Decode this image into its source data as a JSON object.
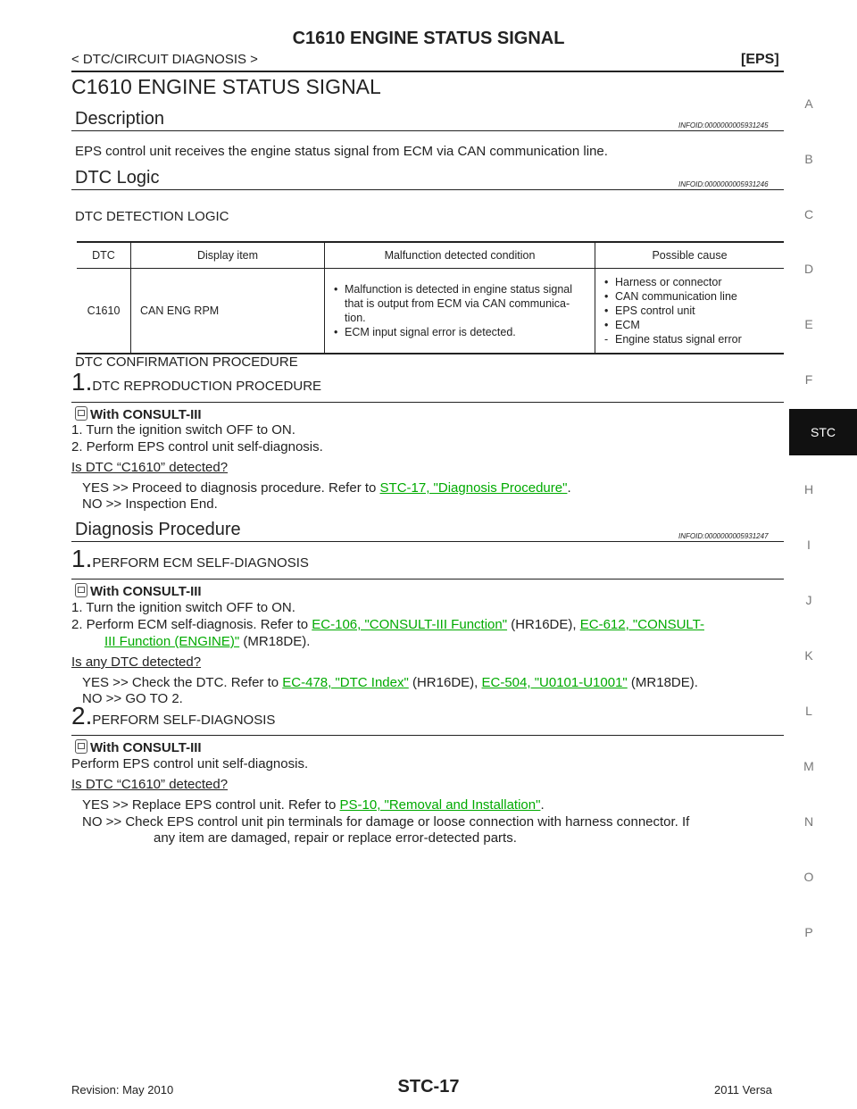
{
  "header": {
    "title": "C1610 ENGINE STATUS SIGNAL",
    "breadcrumb": "< DTC/CIRCUIT DIAGNOSIS >",
    "section_tag": "[EPS]"
  },
  "page_title": "C1610 ENGINE STATUS SIGNAL",
  "description": {
    "heading": "Description",
    "infoid": "INFOID:0000000005931245",
    "text": "EPS control unit receives the engine status signal from ECM via CAN communication line."
  },
  "dtc_logic": {
    "heading": "DTC Logic",
    "infoid": "INFOID:0000000005931246",
    "subheading": "DTC DETECTION LOGIC",
    "table": {
      "headers": [
        "DTC",
        "Display item",
        "Malfunction detected condition",
        "Possible cause"
      ],
      "row": {
        "dtc": "C1610",
        "display_item": "CAN ENG RPM",
        "condition": [
          "Malfunction is detected in engine status signal that is output from ECM via CAN communica- tion.",
          "ECM input signal error is detected."
        ],
        "causes": [
          "Harness or connector",
          "CAN communication line",
          "EPS control unit",
          "ECM"
        ],
        "cause_sub": "Engine status signal error"
      }
    },
    "confirm_heading": "DTC CONFIRMATION PROCEDURE",
    "step1": {
      "num": "1.",
      "title": "DTC REPRODUCTION PROCEDURE",
      "with": "With CONSULT-III",
      "items": [
        "1.   Turn the ignition switch OFF to ON.",
        "2.   Perform EPS control unit self-diagnosis."
      ],
      "question": "Is DTC “C1610” detected?",
      "yes_prefix": "YES    >> Proceed to diagnosis procedure. Refer to ",
      "yes_link": "STC-17, \"Diagnosis Procedure\"",
      "yes_suffix": ".",
      "no": "NO     >> Inspection End."
    }
  },
  "diagnosis": {
    "heading": "Diagnosis Procedure",
    "infoid": "INFOID:0000000005931247",
    "step1": {
      "num": "1.",
      "title": "PERFORM ECM SELF-DIAGNOSIS",
      "with": "With CONSULT-III",
      "item1": "1.   Turn the ignition switch OFF to ON.",
      "item2_prefix": "2.   Perform ECM self-diagnosis. Refer to ",
      "item2_link1": "EC-106, \"CONSULT-III Function\"",
      "item2_mid": " (HR16DE), ",
      "item2_link2a": "EC-612, \"CONSULT-",
      "item2_link2b": "III Function (ENGINE)\"",
      "item2_suffix": " (MR18DE).",
      "question": "Is any DTC detected?",
      "yes_prefix": "YES    >> Check the DTC. Refer to ",
      "yes_link1": "EC-478, \"DTC  Index\"",
      "yes_mid": " (HR16DE), ",
      "yes_link2": "EC-504, \"U0101-U1001\"",
      "yes_suffix": " (MR18DE).",
      "no": "NO     >> GO TO 2."
    },
    "step2": {
      "num": "2.",
      "title": "PERFORM SELF-DIAGNOSIS",
      "with": "With CONSULT-III",
      "text": "Perform EPS control unit self-diagnosis.",
      "question": "Is DTC “C1610” detected?",
      "yes_prefix": "YES    >> Replace EPS control unit. Refer to ",
      "yes_link": "PS-10, \"Removal and Installation\"",
      "yes_suffix": ".",
      "no_line1": "NO     >> Check EPS control unit pin terminals for damage or loose connection with harness connector. If",
      "no_line2": "any item are damaged, repair or replace error-detected parts."
    }
  },
  "side_index": [
    "A",
    "B",
    "C",
    "D",
    "E",
    "F",
    "STC",
    "H",
    "I",
    "J",
    "K",
    "L",
    "M",
    "N",
    "O",
    "P"
  ],
  "footer": {
    "revision": "Revision: May 2010",
    "page": "STC-17",
    "model": "2011 Versa"
  },
  "colors": {
    "link": "#00aa00",
    "active_tab": "#111111"
  }
}
